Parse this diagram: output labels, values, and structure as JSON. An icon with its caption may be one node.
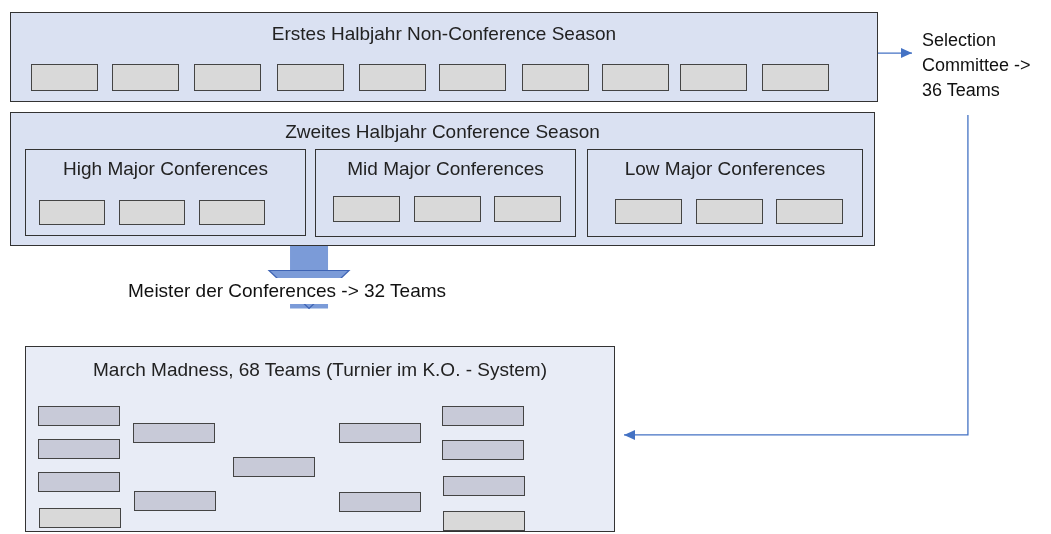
{
  "diagram": {
    "nodes": [
      {
        "text": [
          "Erstes Halbjahr Non-Conference Season"
        ]
      },
      {
        "text": [],
        "shape": "box",
        "in": 0
      },
      {
        "text": [],
        "shape": "box",
        "in": 0
      },
      {
        "text": [],
        "shape": "box",
        "in": 0
      },
      {
        "text": [],
        "shape": "box",
        "in": 0
      },
      {
        "text": [],
        "shape": "box",
        "in": 0
      },
      {
        "text": [],
        "shape": "box",
        "in": 0
      },
      {
        "text": [],
        "shape": "box",
        "in": 0
      },
      {
        "text": [],
        "shape": "box",
        "in": 0
      },
      {
        "text": [],
        "shape": "box",
        "in": 0
      },
      {
        "text": [],
        "shape": "box",
        "in": 0
      },
      {
        "text": [
          "Selection Committee -> 36 Teams"
        ]
      },
      {
        "text": [
          "Zweites Halbjahr Conference Season"
        ]
      },
      {
        "text": [
          "High Major Conferences"
        ],
        "in": 12
      },
      {
        "text": [],
        "shape": "box",
        "in": 13
      },
      {
        "text": [],
        "shape": "box",
        "in": 13
      },
      {
        "text": [],
        "shape": "box",
        "in": 13
      },
      {
        "text": [
          "Mid Major Conferences"
        ],
        "in": 12
      },
      {
        "text": [],
        "shape": "box",
        "in": 17
      },
      {
        "text": [],
        "shape": "box",
        "in": 17
      },
      {
        "text": [],
        "shape": "box",
        "in": 17
      },
      {
        "text": [
          "Low Major Conferences"
        ],
        "in": 12
      },
      {
        "text": [],
        "shape": "box",
        "in": 21
      },
      {
        "text": [],
        "shape": "box",
        "in": 21
      },
      {
        "text": [],
        "shape": "box",
        "in": 21
      },
      {
        "text": [
          "March Madness, 68 Teams (Turnier im K.O. - System)"
        ]
      },
      {
        "text": [],
        "shape": "box",
        "in": 25
      },
      {
        "text": [],
        "shape": "box",
        "in": 25
      },
      {
        "text": [],
        "shape": "box",
        "in": 25
      },
      {
        "text": [],
        "shape": "box",
        "in": 25
      },
      {
        "text": [],
        "shape": "box",
        "in": 25
      },
      {
        "text": [],
        "shape": "box",
        "in": 25
      },
      {
        "text": [],
        "shape": "box",
        "in": 25
      },
      {
        "text": [],
        "shape": "box",
        "in": 25
      },
      {
        "text": [],
        "shape": "box",
        "in": 25
      },
      {
        "text": [],
        "shape": "box",
        "in": 25
      },
      {
        "text": [],
        "shape": "box",
        "in": 25
      },
      {
        "text": [],
        "shape": "box",
        "in": 25
      },
      {
        "text": [],
        "shape": "box",
        "in": 25
      }
    ],
    "edges": [
      {
        "from": 0,
        "to": 11,
        "arrow": "to"
      },
      {
        "from": 11,
        "to": 25,
        "arrow": "to"
      },
      {
        "from": 12,
        "to": 25,
        "arrow": "to",
        "label": "Meister der Conferences -> 32 Teams",
        "style": "thick",
        "color": "#7b9bd8"
      }
    ]
  }
}
